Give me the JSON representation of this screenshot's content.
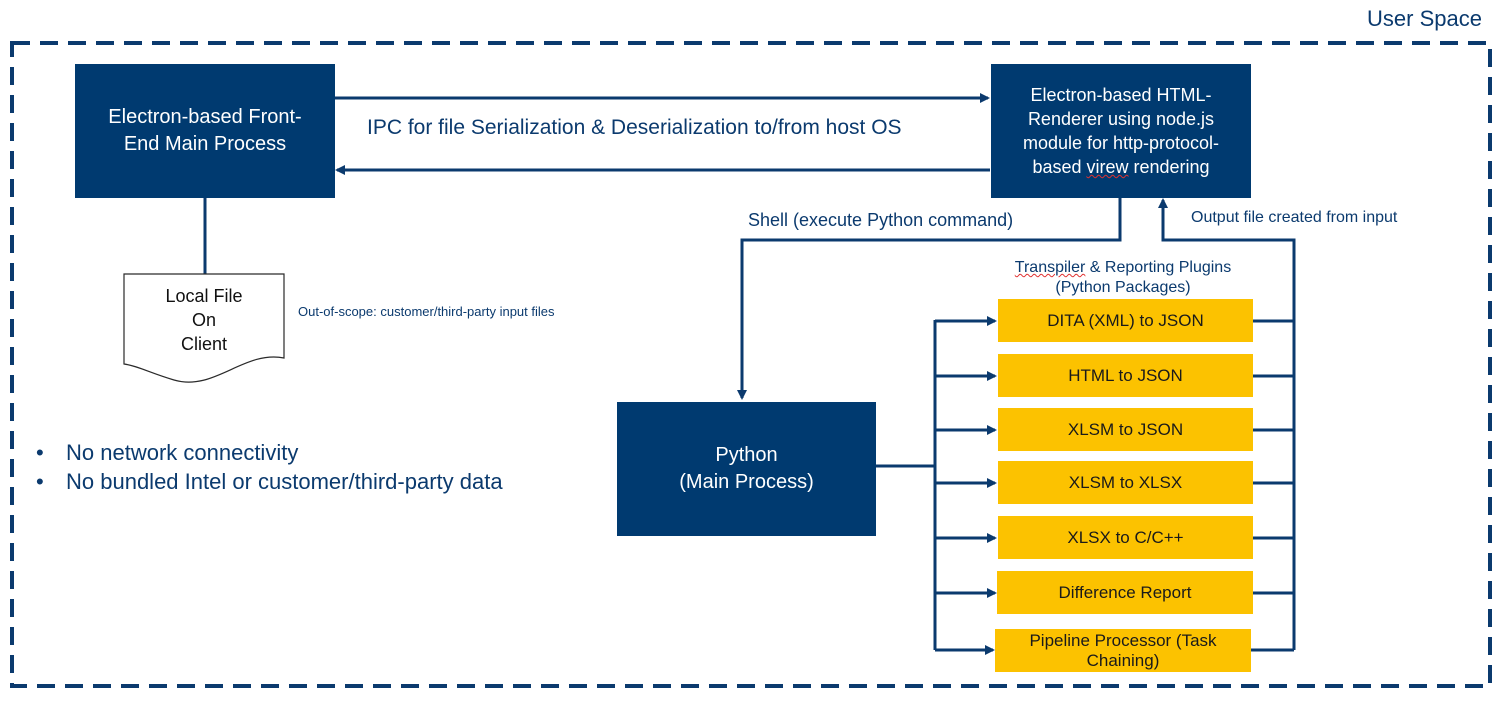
{
  "user_space_label": "User Space",
  "front_end": {
    "line1": "Electron-based Front-",
    "line2": "End Main Process"
  },
  "renderer": {
    "line1": "Electron-based HTML-",
    "line2": "Renderer using node.js",
    "line3": "module for http-protocol-",
    "line4a": "based ",
    "line4b": "virew",
    "line4c": " rendering"
  },
  "ipc_label": "IPC for file Serialization &  Deserialization to/from host OS",
  "shell_label": "Shell (execute Python command)",
  "output_label": "Output file created from input",
  "local_file": {
    "line1": "Local File",
    "line2": "On",
    "line3": "Client"
  },
  "out_of_scope": "Out-of-scope:  customer/third-party input files",
  "python": {
    "line1": "Python",
    "line2": "(Main Process)"
  },
  "plugins_header": {
    "line1a": "Transpiler",
    "line1b": " & Reporting Plugins",
    "line2": "(Python Packages)"
  },
  "plugins": [
    {
      "label": "DITA (XML) to JSON"
    },
    {
      "label": "HTML to JSON"
    },
    {
      "label": "XLSM to JSON"
    },
    {
      "label": "XLSM to XLSX"
    },
    {
      "label": "XLSX to C/C++"
    },
    {
      "label": "Difference Report"
    },
    {
      "line1": "Pipeline Processor (Task",
      "line2": "Chaining)"
    }
  ],
  "bullets": [
    "No network connectivity",
    "No bundled Intel or customer/third-party data"
  ],
  "colors": {
    "navy": "#003a70",
    "yellow": "#fcc200",
    "text_navy": "#0b3a6e",
    "dash": "#0b3a6e"
  }
}
